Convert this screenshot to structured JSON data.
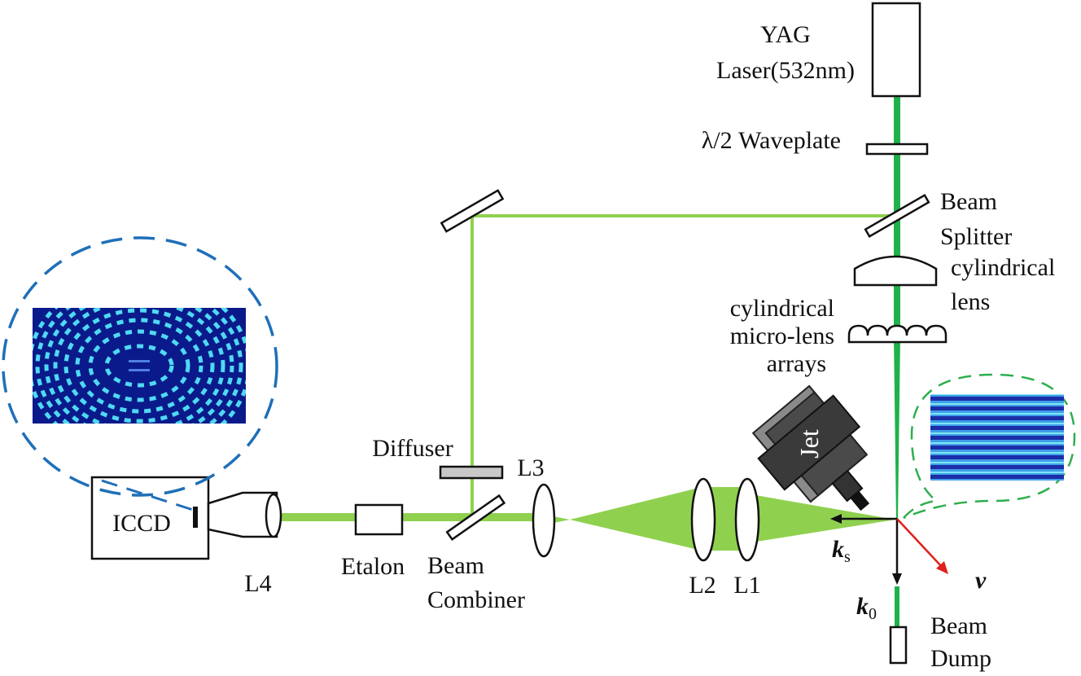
{
  "labels": {
    "yag": "YAG",
    "laser": "Laser(532nm)",
    "waveplate": "λ/2 Waveplate",
    "beam_splitter_1": "Beam",
    "beam_splitter_2": "Splitter",
    "cyl_lens_1": "cylindrical",
    "cyl_lens_2": "lens",
    "mla_1": "cylindrical",
    "mla_2": "micro-lens",
    "mla_3": "arrays",
    "jet": "Jet",
    "diffuser": "Diffuser",
    "l3": "L3",
    "l2": "L2",
    "l1": "L1",
    "l4": "L4",
    "iccd": "ICCD",
    "etalon": "Etalon",
    "combiner_1": "Beam",
    "combiner_2": "Combiner",
    "k_s": "k",
    "k_s_sub": "s",
    "k_0": "k",
    "k_0_sub": "0",
    "v": "v",
    "dump_1": "Beam",
    "dump_2": "Dump"
  },
  "colors": {
    "beam_dark": "#1fb24a",
    "beam_light": "#8fd14f",
    "insets_blue_border": "#1f6fb8",
    "insets_green_border": "#2eae4e",
    "velocity_arrow": "#e0201b",
    "fringe_background": "#0a1a8a"
  },
  "icons": {
    "jet": "nozzle-icon",
    "interference_fringes": "ring-pattern-icon",
    "grating_pattern": "stripe-pattern-icon"
  }
}
